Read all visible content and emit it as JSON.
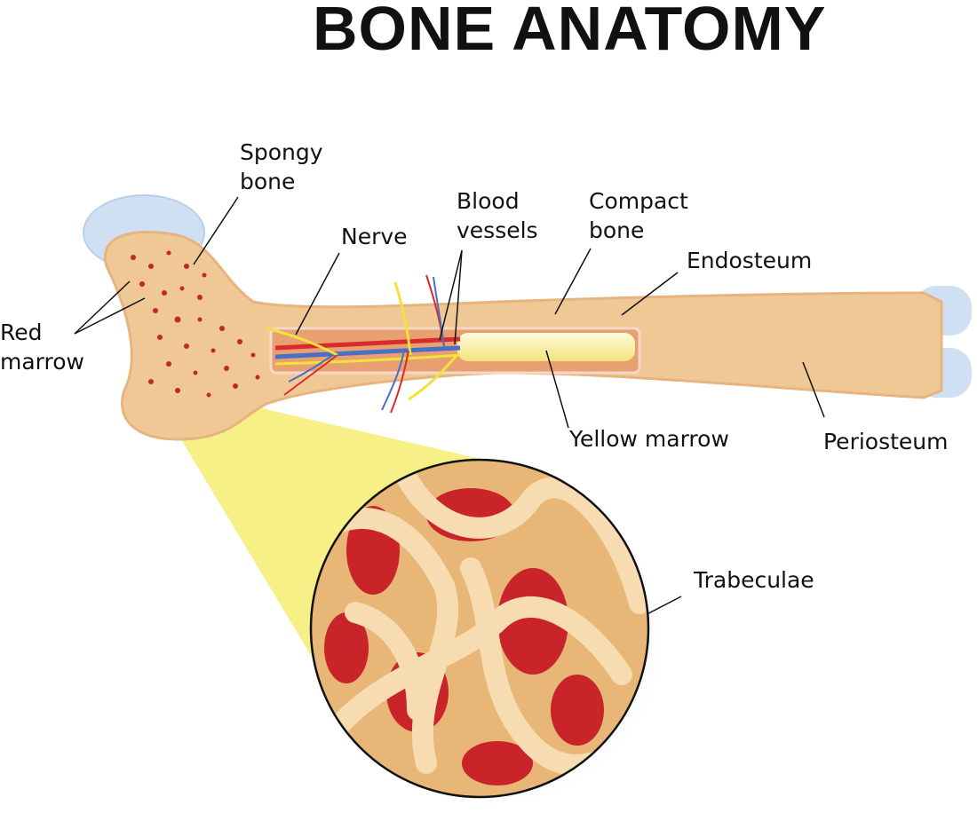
{
  "title": "BONE ANATOMY",
  "labels": {
    "spongy_bone_1": "Spongy",
    "spongy_bone_2": "bone",
    "red_marrow_1": "Red",
    "red_marrow_2": "marrow",
    "nerve": "Nerve",
    "blood_vessels_1": "Blood",
    "blood_vessels_2": "vessels",
    "compact_bone_1": "Compact",
    "compact_bone_2": "bone",
    "endosteum": "Endosteum",
    "yellow_marrow": "Yellow marrow",
    "periosteum": "Periosteum",
    "trabeculae": "Trabeculae"
  },
  "colors": {
    "bone": "#f0c896",
    "bone_dark": "#e2b07a",
    "cartilage": "#cfe0f3",
    "marrow_dots": "#c0282a",
    "yellow_marrow": "#fff5c0",
    "magnifier_beam": "#f5ee7a",
    "vessel_red": "#d92b2b",
    "vessel_blue": "#4a6fc7",
    "nerve_yellow": "#f2e23a",
    "text": "#111111"
  }
}
